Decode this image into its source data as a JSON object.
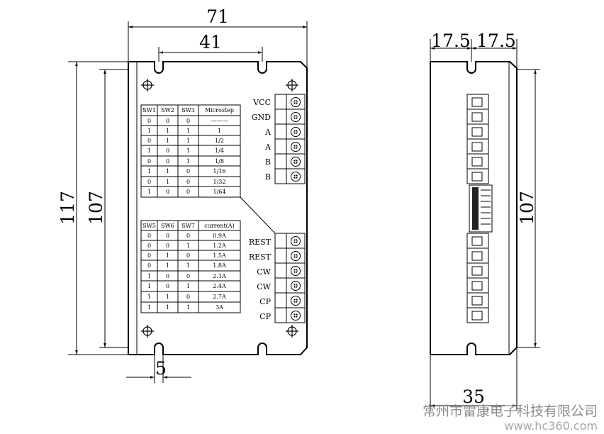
{
  "dimensions": {
    "width_overall": "71",
    "hole_spacing": "41",
    "height_overall": "117",
    "height_inner": "107",
    "side_left": "17.5",
    "side_right": "17.5",
    "side_height": "107",
    "side_depth": "35",
    "slot_width": "5"
  },
  "connectors_top": [
    "VCC",
    "GND",
    "A",
    "A",
    "B",
    "B"
  ],
  "connectors_bottom": [
    "REST",
    "REST",
    "CW",
    "CW",
    "CP",
    "CP"
  ],
  "microstep_table": {
    "headers": [
      "SW1",
      "SW2",
      "SW3",
      "Microstep"
    ],
    "rows": [
      [
        "0",
        "0",
        "0",
        "———"
      ],
      [
        "1",
        "1",
        "1",
        "1"
      ],
      [
        "0",
        "1",
        "1",
        "1/2"
      ],
      [
        "1",
        "0",
        "1",
        "1/4"
      ],
      [
        "0",
        "0",
        "1",
        "1/8"
      ],
      [
        "1",
        "1",
        "0",
        "1/16"
      ],
      [
        "0",
        "1",
        "0",
        "1/32"
      ],
      [
        "1",
        "0",
        "0",
        "1/64"
      ]
    ]
  },
  "current_table": {
    "headers": [
      "SW5",
      "SW6",
      "SW7",
      "current(A)"
    ],
    "rows": [
      [
        "0",
        "0",
        "0",
        "0.9A"
      ],
      [
        "0",
        "0",
        "1",
        "1.2A"
      ],
      [
        "0",
        "1",
        "0",
        "1.5A"
      ],
      [
        "0",
        "1",
        "1",
        "1.8A"
      ],
      [
        "1",
        "0",
        "0",
        "2.1A"
      ],
      [
        "1",
        "0",
        "1",
        "2.4A"
      ],
      [
        "1",
        "1",
        "0",
        "2.7A"
      ],
      [
        "1",
        "1",
        "1",
        "3A"
      ]
    ]
  },
  "watermark": {
    "company": "常州市雷康电子科技有限公司",
    "url": "www.hc360.com"
  }
}
